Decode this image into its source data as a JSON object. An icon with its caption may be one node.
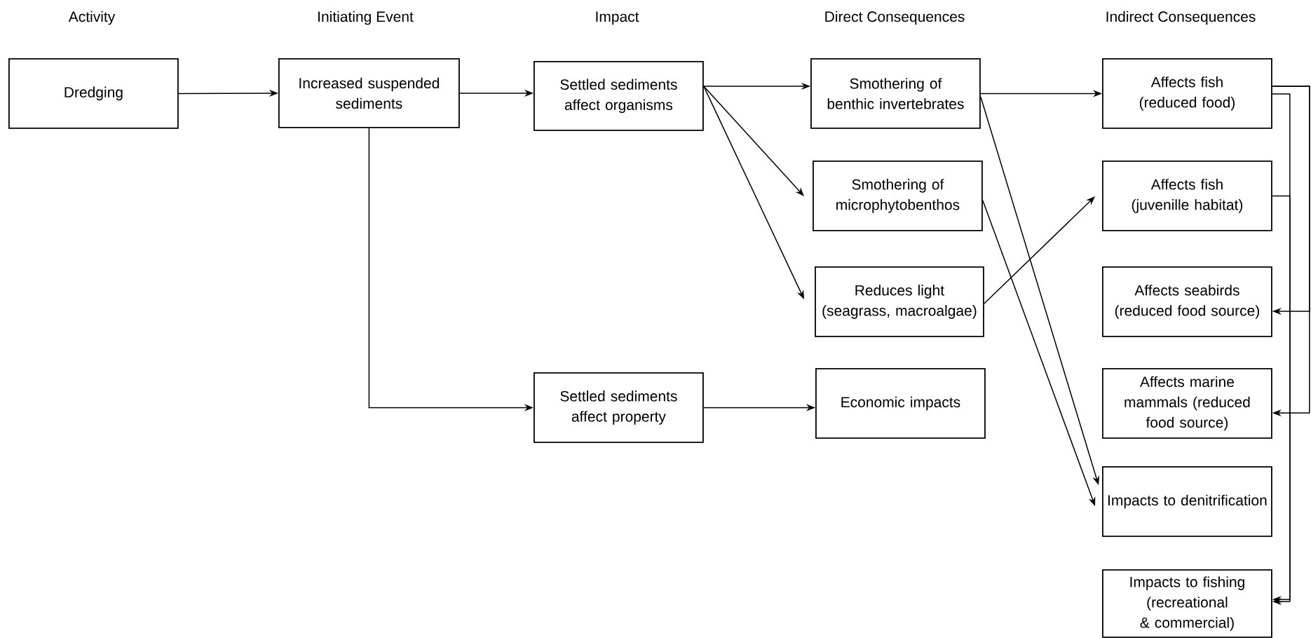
{
  "diagram": {
    "nodes": [
      {
        "text": [
          "Dredging"
        ]
      },
      {
        "text": [
          "Increased suspended sediments"
        ]
      },
      {
        "text": [
          "Settled sediments affect organisms"
        ]
      },
      {
        "text": [
          "Smothering of benthic invertebrates"
        ]
      },
      {
        "text": [
          "Smothering of microphytobenthos"
        ]
      },
      {
        "text": [
          "Reduces light (seagrass, macroalgae)"
        ]
      },
      {
        "text": [
          "Settled sediments affect property"
        ]
      },
      {
        "text": [
          "Economic impacts"
        ]
      },
      {
        "text": [
          "Affects fish (reduced food)"
        ]
      },
      {
        "text": [
          "Affects fish (juvenille habitat)"
        ]
      },
      {
        "text": [
          "Affects seabirds (reduced food source)"
        ]
      },
      {
        "text": [
          "Affects marine mammals (reduced food source)"
        ]
      },
      {
        "text": [
          "Impacts to denitrification"
        ]
      },
      {
        "text": [
          "Impacts to fishing (recreational & commercial)"
        ]
      }
    ],
    "edges": [
      {
        "from": 0,
        "to": 1,
        "arrow": "to"
      },
      {
        "from": 1,
        "to": 2,
        "arrow": "to"
      },
      {
        "from": 1,
        "to": 6,
        "arrow": "to"
      },
      {
        "from": 2,
        "to": 3,
        "arrow": "to"
      },
      {
        "from": 2,
        "to": 4,
        "arrow": "to"
      },
      {
        "from": 2,
        "to": 5,
        "arrow": "to"
      },
      {
        "from": 6,
        "to": 7,
        "arrow": "to"
      },
      {
        "from": 3,
        "to": 8,
        "arrow": "to"
      },
      {
        "from": 3,
        "to": 12,
        "arrow": "to"
      },
      {
        "from": 4,
        "to": 12,
        "arrow": "to"
      },
      {
        "from": 5,
        "to": 9,
        "arrow": "to"
      },
      {
        "from": 8,
        "to": 10,
        "arrow": "to"
      },
      {
        "from": 8,
        "to": 11,
        "arrow": "to"
      },
      {
        "from": 8,
        "to": 13,
        "arrow": "to"
      },
      {
        "from": 9,
        "to": 13,
        "arrow": "to"
      }
    ],
    "labels": [
      "Activity",
      "Initiating Event",
      "Impact",
      "Direct Consequences",
      "Indirect Consequences"
    ]
  }
}
